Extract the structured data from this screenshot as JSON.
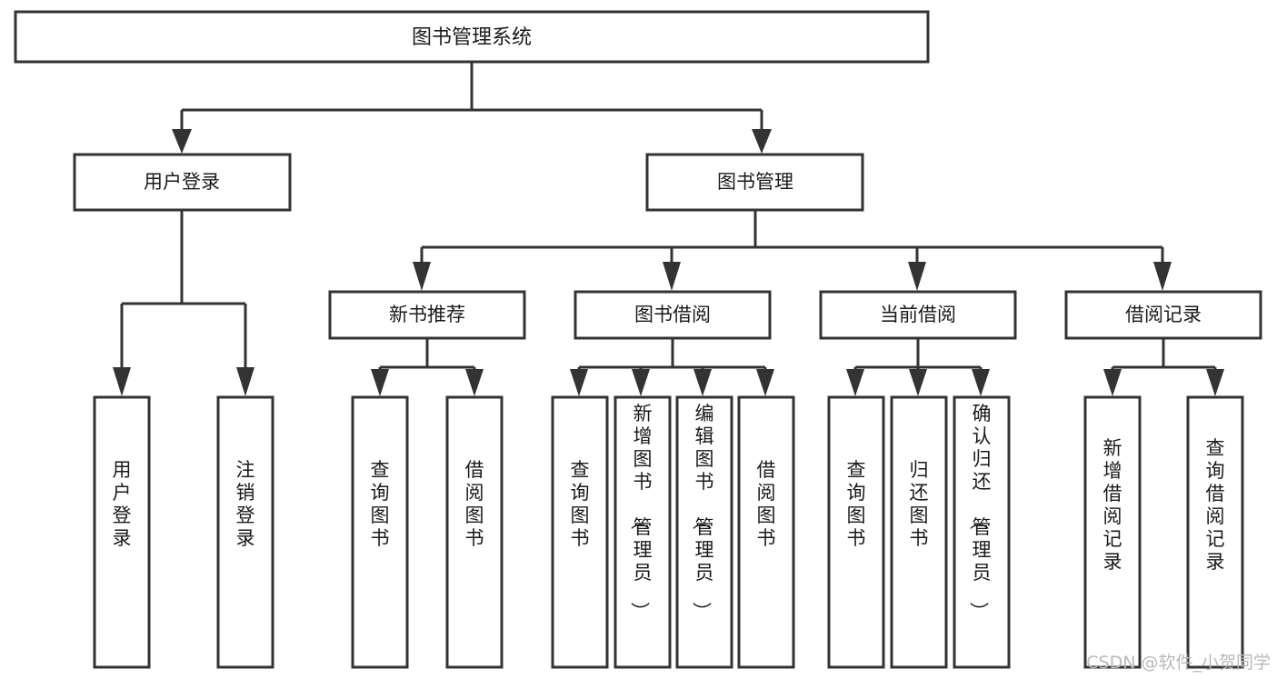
{
  "diagram": {
    "title": "图书管理系统",
    "type": "tree",
    "root": {
      "id": "root",
      "label": "图书管理系统"
    },
    "level1": [
      {
        "id": "user-login",
        "label": "用户登录"
      },
      {
        "id": "book-manage",
        "label": "图书管理"
      }
    ],
    "level2": [
      {
        "id": "new-book-recommend",
        "label": "新书推荐",
        "parent": "book-manage"
      },
      {
        "id": "book-borrow",
        "label": "图书借阅",
        "parent": "book-manage"
      },
      {
        "id": "current-borrow",
        "label": "当前借阅",
        "parent": "book-manage"
      },
      {
        "id": "borrow-record",
        "label": "借阅记录",
        "parent": "book-manage"
      }
    ],
    "leaves": [
      {
        "id": "leaf-user-login",
        "label": "用户登录",
        "parent": "user-login"
      },
      {
        "id": "leaf-user-logout",
        "label": "注销登录",
        "parent": "user-login"
      },
      {
        "id": "leaf-query-book-1",
        "label": "查询图书",
        "parent": "new-book-recommend"
      },
      {
        "id": "leaf-borrow-book-1",
        "label": "借阅图书",
        "parent": "new-book-recommend"
      },
      {
        "id": "leaf-query-book-2",
        "label": "查询图书",
        "parent": "book-borrow"
      },
      {
        "id": "leaf-add-book",
        "label": "新增图书（管理员）",
        "parent": "book-borrow"
      },
      {
        "id": "leaf-edit-book",
        "label": "编辑图书（管理员）",
        "parent": "book-borrow"
      },
      {
        "id": "leaf-borrow-book-2",
        "label": "借阅图书",
        "parent": "book-borrow"
      },
      {
        "id": "leaf-query-book-3",
        "label": "查询图书",
        "parent": "current-borrow"
      },
      {
        "id": "leaf-return-book",
        "label": "归还图书",
        "parent": "current-borrow"
      },
      {
        "id": "leaf-confirm-return",
        "label": "确认归还（管理员）",
        "parent": "current-borrow"
      },
      {
        "id": "leaf-add-record",
        "label": "新增借阅记录",
        "parent": "borrow-record"
      },
      {
        "id": "leaf-query-record",
        "label": "查询借阅记录",
        "parent": "borrow-record"
      }
    ],
    "colors": {
      "stroke": "#333333",
      "fill": "#ffffff",
      "text": "#1a1a1a",
      "watermark": "#b9b9b9"
    }
  },
  "watermark": {
    "text": "CSDN @软件_小贺同学"
  }
}
